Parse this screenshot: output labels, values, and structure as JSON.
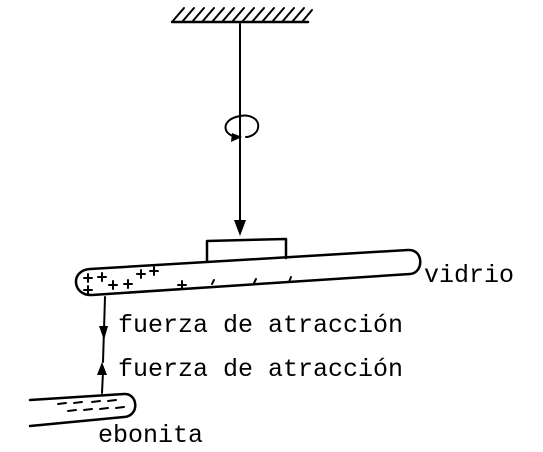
{
  "labels": {
    "glass": "vidrio",
    "force_on_glass": "fuerza de atracción",
    "force_on_ebonite": "fuerza de atracción",
    "ebonite": "ebonita"
  },
  "charges": {
    "glass_rod": "+",
    "ebonite_rod": "-"
  },
  "icons": {
    "ceiling": "hatched-ceiling-icon",
    "rotation": "rotation-arrow-icon"
  },
  "colors": {
    "ink": "#000000",
    "background": "#ffffff"
  }
}
